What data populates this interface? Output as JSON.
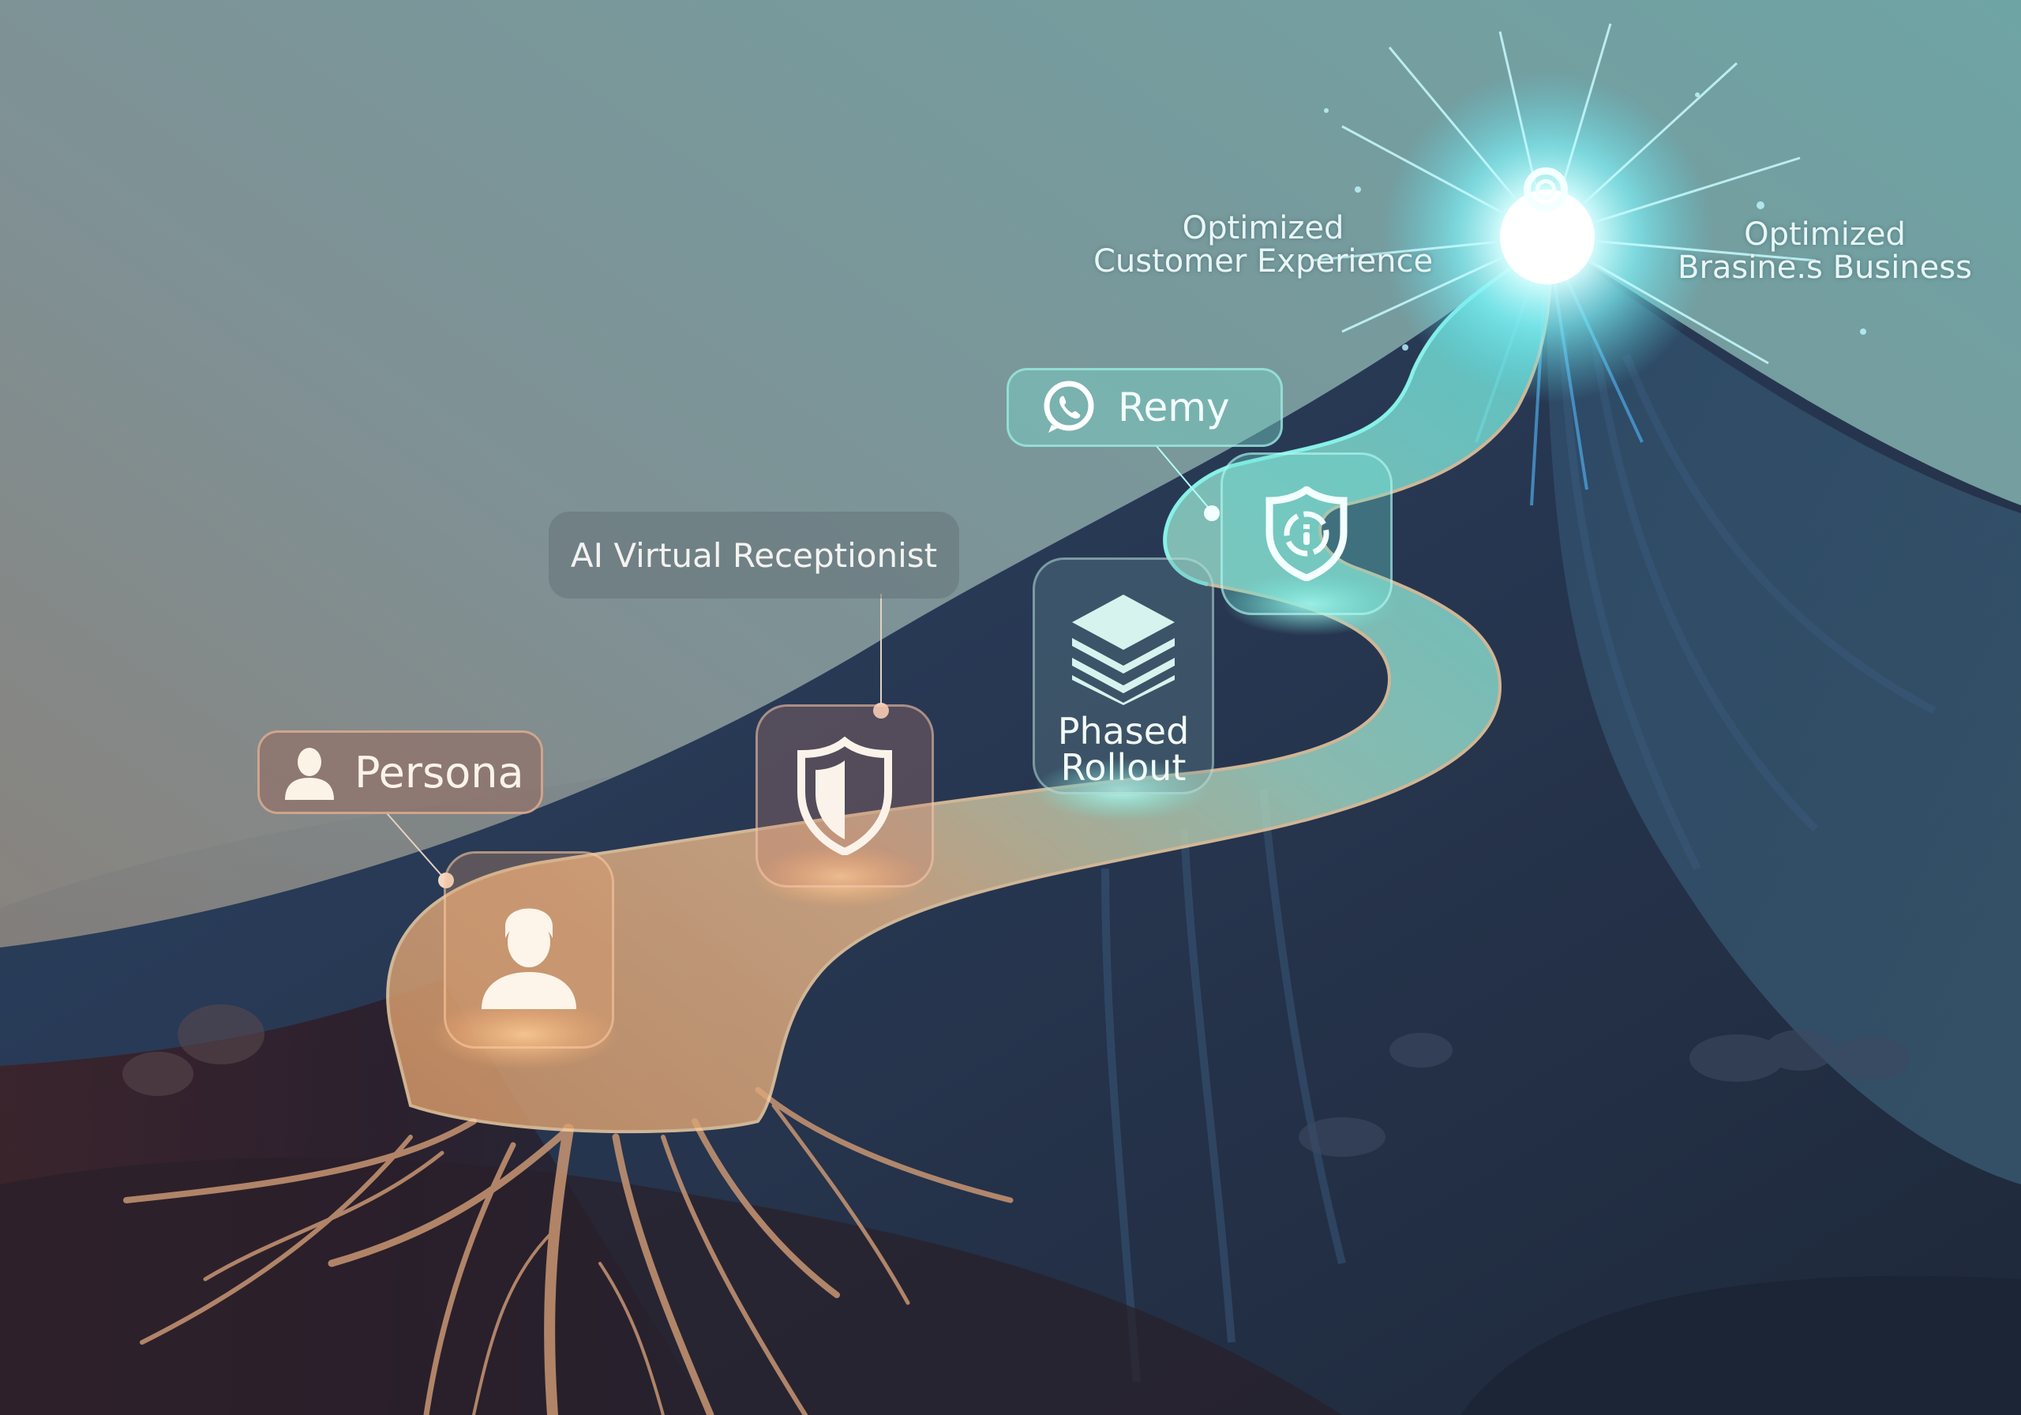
{
  "diagram": {
    "type": "journey-illustration",
    "theme": {
      "sky_top": "#78a3a5",
      "sky_bottom_left": "#8a7a74",
      "mountain_dark": "#1f2a40",
      "mountain_mid": "#34506a",
      "path_warm": "#e0a873",
      "path_cool": "#6fd6cf",
      "glow": "#aef6ff",
      "roots": "#c99a78",
      "soil": "#3a2228"
    },
    "peak": {
      "icon": "target-icon",
      "left_label": {
        "line1": "Optimized",
        "line2": "Customer Experience"
      },
      "right_label": {
        "line1": "Optimized",
        "line2": "Brasine.s Business"
      }
    },
    "steps": [
      {
        "id": "persona",
        "callout_label": "Persona",
        "callout_icon": "user-icon",
        "card_icon": "person-avatar-icon"
      },
      {
        "id": "ai-virtual-receptionist",
        "callout_label": "AI Virtual Receptionist",
        "card_icon": "shield-icon"
      },
      {
        "id": "phased-rollout",
        "card_label_line1": "Phased",
        "card_label_line2": "Rollout",
        "card_icon": "layers-icon"
      },
      {
        "id": "remy",
        "callout_label": "Remy",
        "callout_icon": "whatsapp-phone-icon",
        "card_icon": "shield-clock-icon"
      }
    ]
  }
}
